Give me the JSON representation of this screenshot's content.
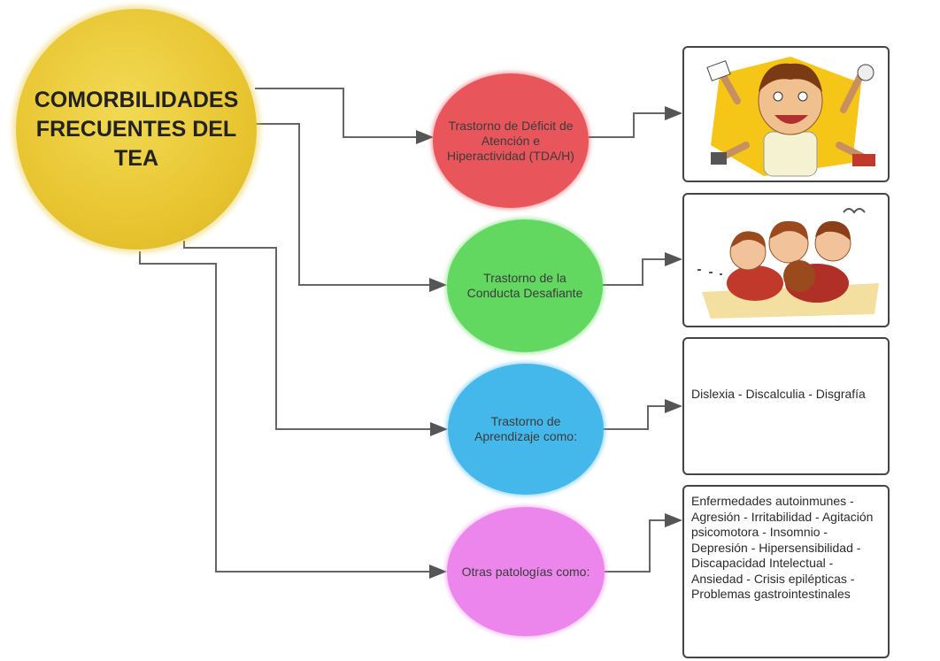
{
  "main_node": {
    "label": "COMORBILIDADES FRECUENTES DEL TEA"
  },
  "nodes": [
    {
      "label": "Trastorno de Déficit de Atención e Hiperactividad (TDA/H)",
      "color": "#e8555a"
    },
    {
      "label": "Trastorno de la Conducta Desafiante",
      "color": "#62d860"
    },
    {
      "label": "Trastorno de Aprendizaje como:",
      "color": "#45b8eb"
    },
    {
      "label": "Otras patologías como:",
      "color": "#ec86ec"
    }
  ],
  "boxes": {
    "tdah_image": {
      "icon": "hyperactive-child-illustration"
    },
    "conduct_image": {
      "icon": "defiant-children-illustration"
    },
    "learning": {
      "text": "Dislexia - Discalculia - Disgrafía"
    },
    "other": {
      "text": "Enfermedades autoinmunes - Agresión - Irritabilidad - Agitación psicomotora - Insomnio - Depresión - Hipersensibilidad - Discapacidad Intelectual - Ansiedad - Crisis epilépticas - Problemas gastrointestinales"
    }
  }
}
